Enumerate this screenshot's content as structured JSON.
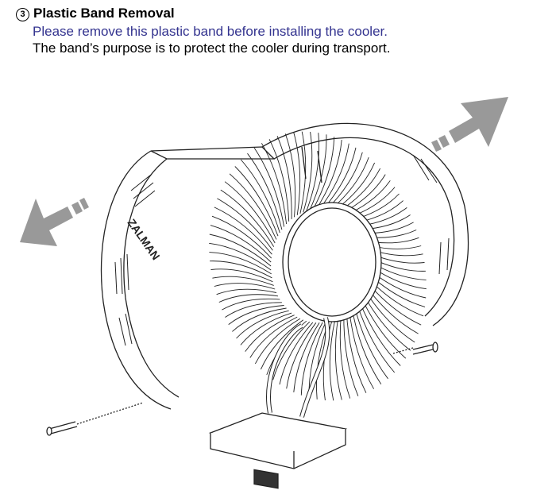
{
  "section": {
    "number": "3",
    "title": "Plastic Band Removal",
    "instruction": "Please remove this plastic band before installing the cooler.",
    "note": "The band’s purpose is to protect the cooler during transport."
  },
  "diagram": {
    "logo_text": "ZALMAN",
    "colors": {
      "instruction": "#33338f",
      "arrow": "#999999",
      "line": "#222222"
    }
  }
}
